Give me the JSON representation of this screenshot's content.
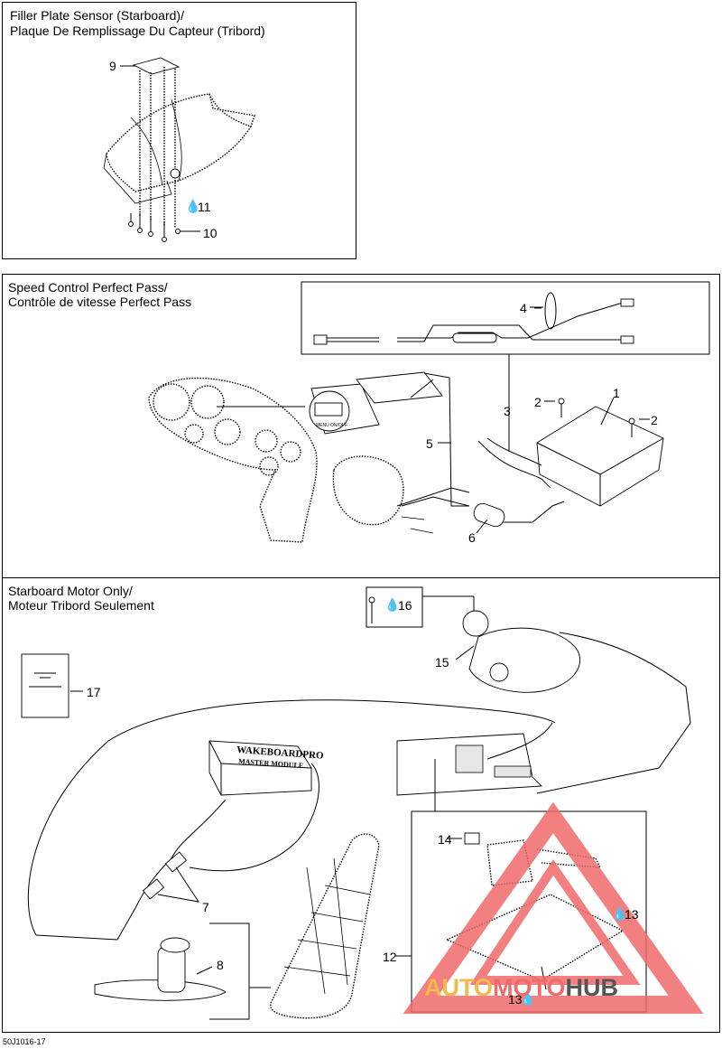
{
  "panels": [
    {
      "title_line1": "Filler Plate Sensor (Starboard)/",
      "title_line2": "Plaque De Remplissage Du Capteur (Tribord)",
      "callouts": [
        "9",
        "11",
        "10"
      ]
    },
    {
      "title_line1": "Speed Control Perfect Pass/",
      "title_line2": "Contrôle de vitesse Perfect Pass",
      "callouts": [
        "4",
        "1",
        "2",
        "2",
        "3",
        "5",
        "6"
      ]
    },
    {
      "title_line1": "Starboard Motor Only/",
      "title_line2": "Moteur Tribord Seulement",
      "callouts": [
        "16",
        "15",
        "17",
        "14",
        "13",
        "7",
        "8",
        "12",
        "13"
      ]
    }
  ],
  "module_label_1": "WAKEBOARDPRO",
  "module_label_2": "MASTER MODULE",
  "gauge_labels": [
    "MENU",
    "ON/OFF"
  ],
  "drawing_code": "50J1016-17",
  "watermark": {
    "part1": "AUTO",
    "part2": "MOTO",
    "part3": "HUB",
    "color_accent": "#f06a6a",
    "color_dark": "#555555"
  },
  "icons": [
    "oil-drop-icon",
    "screw-icon"
  ]
}
